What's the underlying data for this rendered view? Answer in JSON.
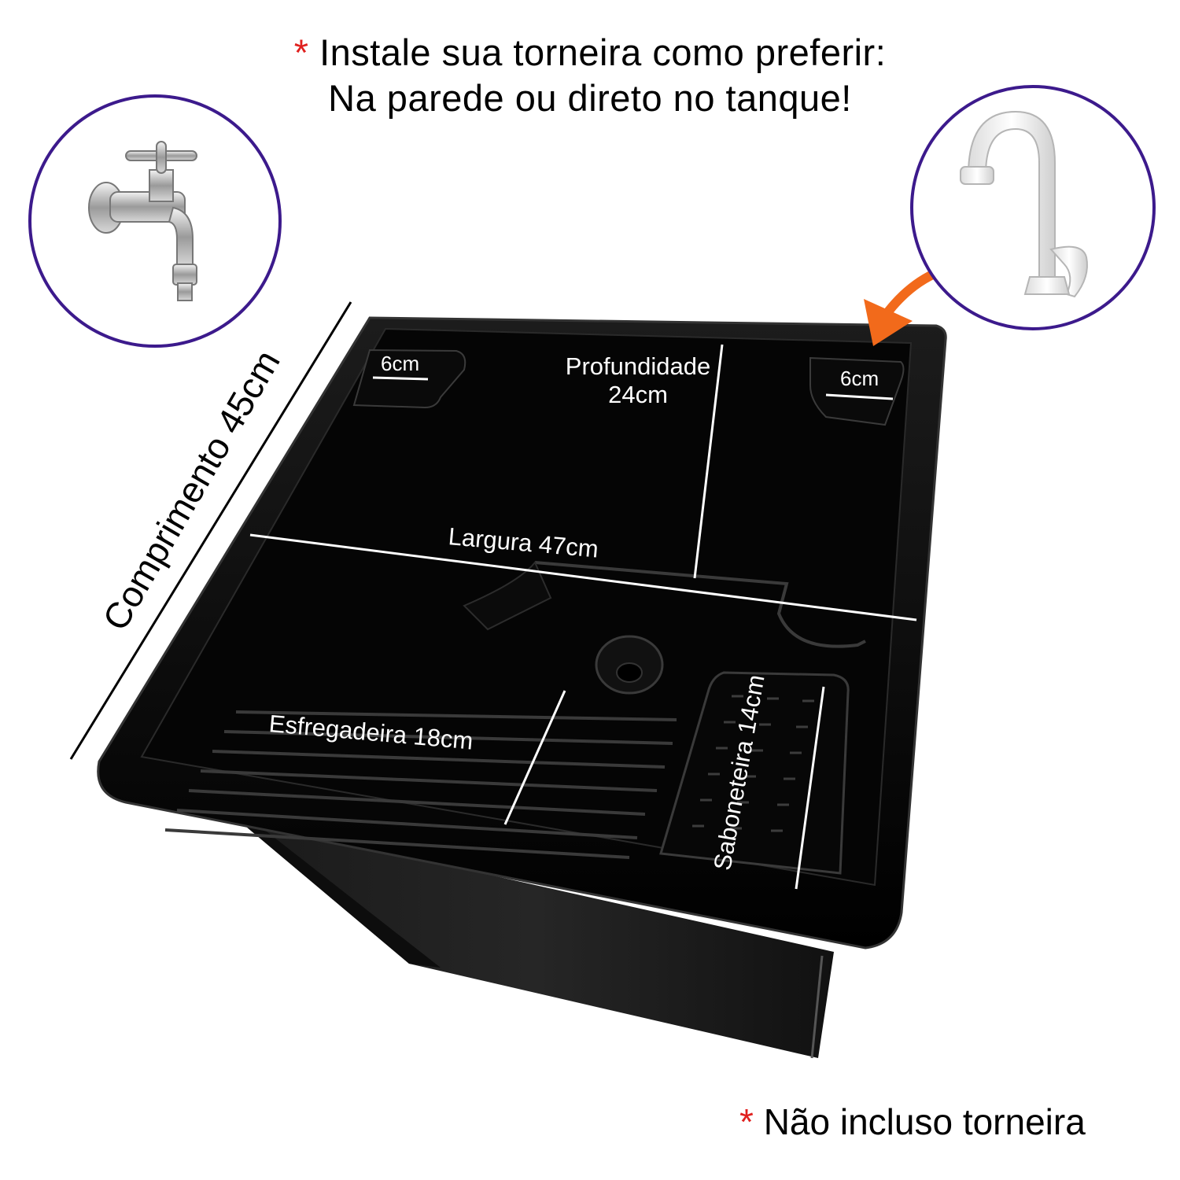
{
  "header": {
    "asterisk": "*",
    "line1": "Instale sua torneira como preferir:",
    "line2": "Na parede ou direto no tanque!"
  },
  "footer": {
    "asterisk": "*",
    "note": "Não incluso torneira"
  },
  "dimensions": {
    "comprimento": "Comprimento 45cm",
    "soap_left": "6cm",
    "soap_right": "6cm",
    "profundidade_label": "Profundidade",
    "profundidade_value": "24cm",
    "largura": "Largura 47cm",
    "esfregadeira": "Esfregadeira 18cm",
    "saboneteira": "Saboneteira 14cm"
  },
  "icons": {
    "left_circle": "wall-faucet-icon",
    "right_circle": "countertop-faucet-icon",
    "arrow": "curved-arrow-icon"
  },
  "colors": {
    "circle_border": "#3c1a8c",
    "asterisk": "#e0201e",
    "arrow": "#f26a1b",
    "tank": "#050505"
  }
}
